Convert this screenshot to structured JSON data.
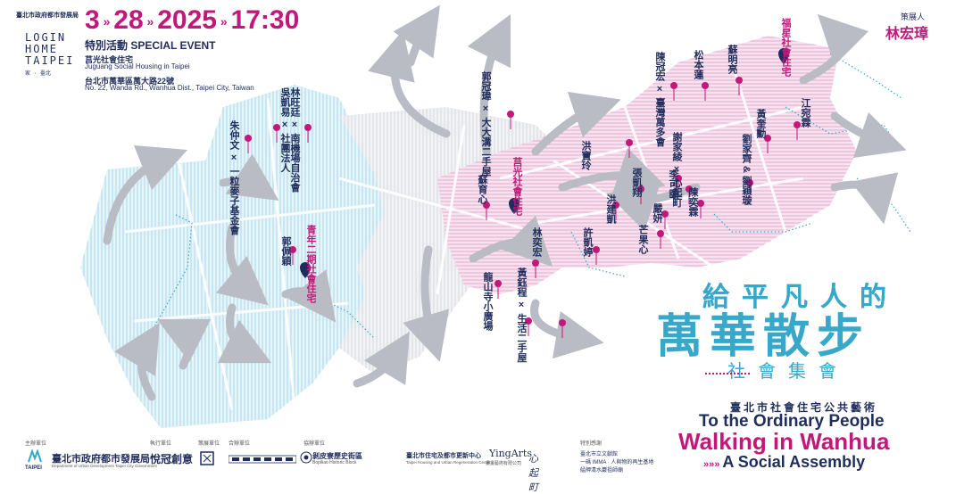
{
  "header": {
    "organizer_top": "臺北市政府都市發展局",
    "date": "3·28 2025 17:30",
    "date_month": "3",
    "date_day": "28",
    "date_year": "2025",
    "date_time": "17:30",
    "logo_lines": [
      "LOGIN",
      "HOME",
      "TAIPEI"
    ],
    "logo_caption": "家 · 臺北",
    "event_type": "特別活動  SPECIAL EVENT",
    "venue_zh": "莒光社會住宅",
    "venue_en": "Juguang Social Housing in Taipei",
    "address_zh": "台北市萬華區萬大路22號",
    "address_en": "No. 22, Wanda Rd., Wanhua Dist., Taipei City, Taiwan"
  },
  "curator": {
    "label": "策展人",
    "name": "林宏璋"
  },
  "map": {
    "pins": [
      {
        "label": "朱仲文 × 一粒麥子基金會",
        "highlight": false
      },
      {
        "label": "吳凱易 × 社團法人",
        "highlight": false
      },
      {
        "label": "林旺廷 × 南機場自治會",
        "highlight": false
      },
      {
        "label": "郭佩穎",
        "highlight": false
      },
      {
        "label": "青年二期社會住宅",
        "highlight": true
      },
      {
        "label": "郭冠瑋 × 大大溝二手屋",
        "highlight": false
      },
      {
        "label": "蘇育心",
        "highlight": false
      },
      {
        "label": "莒光社會住宅",
        "highlight": true
      },
      {
        "label": "林奕宏",
        "highlight": false
      },
      {
        "label": "龍山寺小廣場",
        "highlight": false
      },
      {
        "label": "黃鈺程 × 生活二手屋",
        "highlight": false
      },
      {
        "label": "許凱婷",
        "highlight": false
      },
      {
        "label": "洪寶玲",
        "highlight": false
      },
      {
        "label": "洪建凱",
        "highlight": false
      },
      {
        "label": "張凱翔",
        "highlight": false
      },
      {
        "label": "芒果心",
        "highlight": false
      },
      {
        "label": "嚴妍",
        "highlight": false
      },
      {
        "label": "李可頤",
        "highlight": false
      },
      {
        "label": "謝家綾 × 心起町",
        "highlight": false
      },
      {
        "label": "陳奕霖",
        "highlight": false
      },
      {
        "label": "陳冠宏 × 臺灣萬多會",
        "highlight": false
      },
      {
        "label": "松本蓮",
        "highlight": false
      },
      {
        "label": "蘇明亮",
        "highlight": false
      },
      {
        "label": "福星社會住宅",
        "highlight": true
      },
      {
        "label": "黃奎勳",
        "highlight": false
      },
      {
        "label": "江宛霖",
        "highlight": false
      },
      {
        "label": "劉家齊 & 劉穎璇",
        "highlight": false
      }
    ]
  },
  "title": {
    "zh_line1": "給平凡人的",
    "zh_line2": "萬華散步",
    "zh_line3": "社會集會",
    "subtitle_zh": "臺北市社會住宅公共藝術",
    "en_line1": "To the Ordinary People",
    "en_line2": "Walking in Wanhua",
    "en_line3": "A Social Assembly"
  },
  "footer": {
    "groups": [
      {
        "label": "主辦單位",
        "names": [
          "臺北市政府都市發展局"
        ]
      },
      {
        "label": "執行單位",
        "names": [
          "悅冠創意"
        ]
      },
      {
        "label": "策展單位",
        "names": [
          ""
        ]
      },
      {
        "label": "合辦單位",
        "names": [
          ""
        ]
      },
      {
        "label": "協辦單位",
        "names": [
          "剝皮寮歷史街區",
          "臺北市住宅及都市更新中心",
          "YingArts",
          "心起町"
        ]
      },
      {
        "label": "特別感謝",
        "names": [
          "臺北市立文獻館",
          "一碼 IMMA · 人與物的再生基地",
          "艋舺清水巖祖師廟"
        ]
      }
    ],
    "main_org_en": "Department of Urban Development Taipei City Government",
    "bopiliao_en": "Bopiliao Historic Block",
    "center_en": "Taipei Housing and Urban Regeneration Center",
    "yingarts_sub": "畫畫藝術有限公司",
    "taipei_logo": "TAIPEI"
  },
  "colors": {
    "navy": "#1f2d5c",
    "magenta": "#c2187a",
    "cyan": "#37a8c9",
    "pale_blue": "#d8eef6",
    "pale_pink": "#f2cfe4",
    "pale_grey": "#e7e8ec",
    "arrow_grey": "#b9bcc4"
  }
}
